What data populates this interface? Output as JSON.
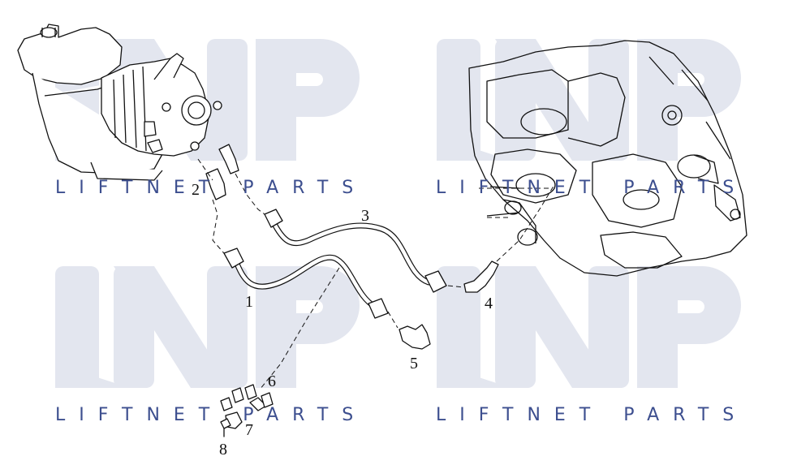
{
  "watermark": {
    "tiles": [
      {
        "logo": "LNP",
        "text": "LIFTNET PARTS"
      },
      {
        "logo": "LNP",
        "text": "LIFTNET PARTS"
      },
      {
        "logo": "LNP",
        "text": "LIFTNET PARTS"
      },
      {
        "logo": "LNP",
        "text": "LIFTNET PARTS"
      }
    ],
    "logo_color": "#e3e6ef",
    "text_color": "#3d4f8f"
  },
  "callouts": [
    "1",
    "2",
    "3",
    "4",
    "5",
    "6",
    "7",
    "8"
  ],
  "line_color": "#111111"
}
